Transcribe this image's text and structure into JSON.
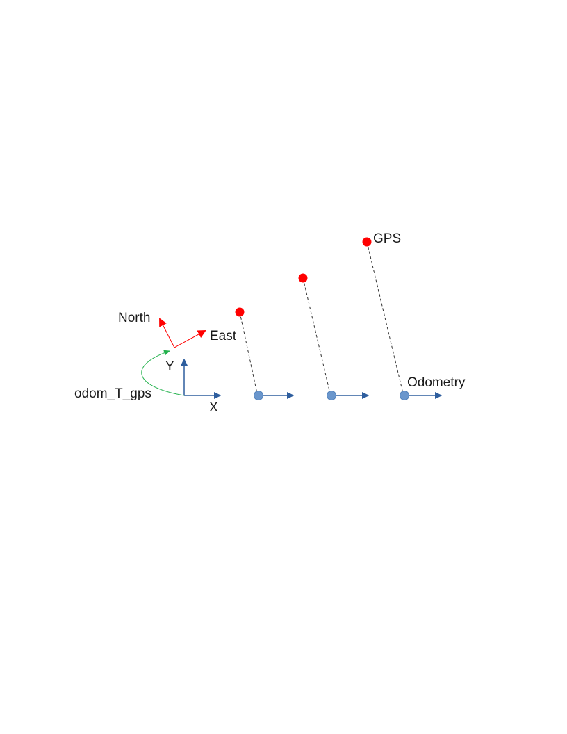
{
  "labels": {
    "north": "North",
    "east": "East",
    "x_axis": "X",
    "y_axis": "Y",
    "transform": "odom_T_gps",
    "gps": "GPS",
    "odometry": "Odometry"
  },
  "colors": {
    "gps": "#ff0000",
    "odometry": "#6a96cc",
    "axis": "#2e5e9e",
    "enu": "#ff0000",
    "transform": "#22b14c",
    "link": "#333333"
  },
  "pairs_count": 3
}
